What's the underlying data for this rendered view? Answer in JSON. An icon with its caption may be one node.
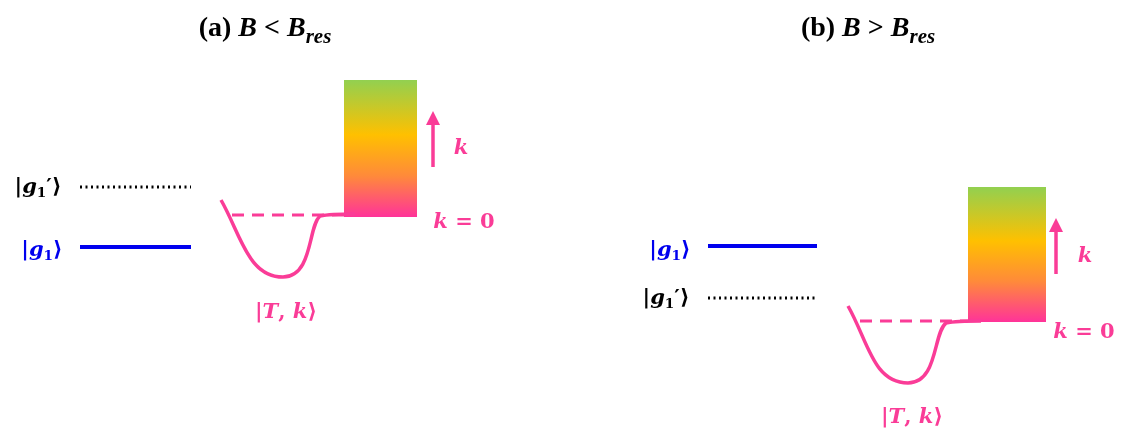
{
  "diagram": {
    "labels": [
      "(a) *B* < *B*$_{res}$",
      "(b) *B* > *B*$_{res}$",
      "*k*",
      "|*g*$_{1}$′⟩",
      "*k* = 0",
      "|*g*$_{1}$⟩",
      "|*T*, *k*⟩",
      "|*g*$_{1}$⟩",
      "*k*",
      "|*g*$_{1}$′⟩",
      "*k* = 0",
      "|*T*, *k*⟩"
    ]
  }
}
